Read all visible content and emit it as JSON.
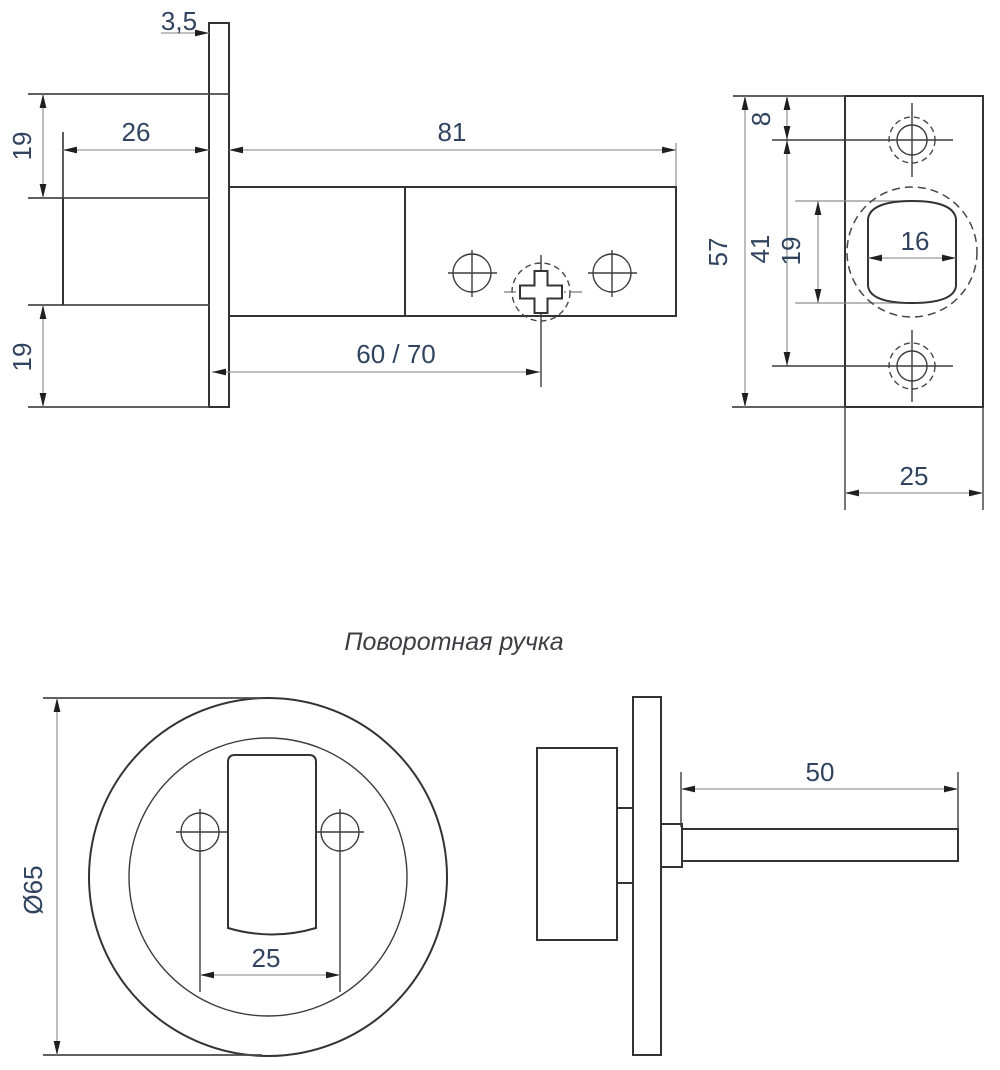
{
  "title": {
    "text": "Поворотная ручка"
  },
  "colors": {
    "outline": "#333333",
    "dimension_line": "#9a9a9a",
    "dimension_text": "#31445f",
    "arrow": "#1f1f1f",
    "background": "#ffffff"
  },
  "latch_side_view": {
    "plate_thickness": "3,5",
    "tube_length": "26",
    "body_length": "81",
    "plate_top_overhang": "19",
    "plate_bottom_overhang": "19",
    "backset": "60 / 70"
  },
  "faceplate_view": {
    "plate_height": "57",
    "top_edge_to_screw": "8",
    "screw_to_screw": "41",
    "hole_height": "19",
    "hole_width": "16",
    "plate_width": "25"
  },
  "knob_front_view": {
    "rose_diameter": "Ø65",
    "screw_spacing": "25"
  },
  "knob_side_view": {
    "spindle_length": "50"
  }
}
